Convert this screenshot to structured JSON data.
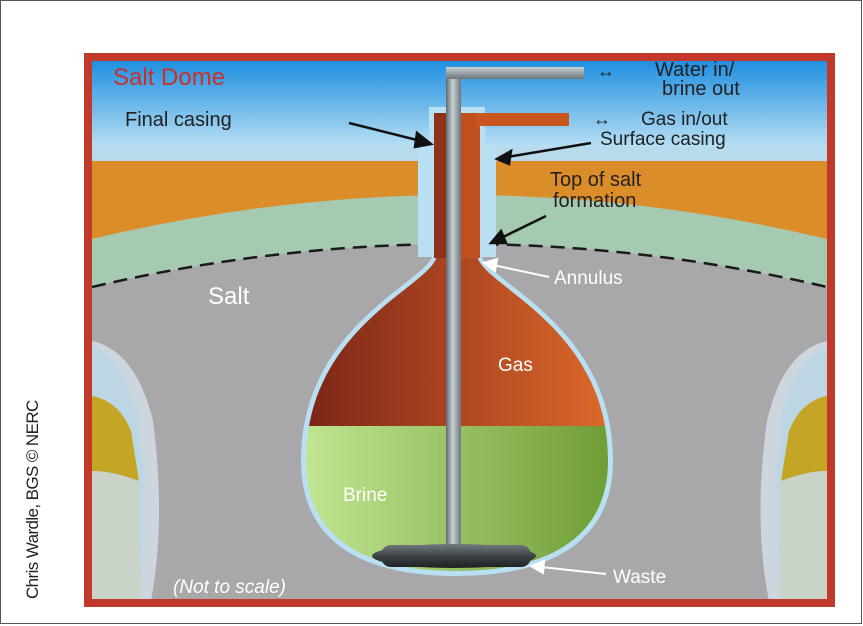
{
  "title": "Salt Dome",
  "labels": {
    "water": "Water in/",
    "water2": "brine out",
    "gas_inout": "Gas in/out",
    "final_casing": "Final casing",
    "surface_casing": "Surface casing",
    "top_salt1": "Top of salt",
    "top_salt2": "formation",
    "salt": "Salt",
    "annulus": "Annulus",
    "gas": "Gas",
    "brine": "Brine",
    "waste": "Waste",
    "not_to_scale": "(Not to scale)",
    "arrow_symbol": "↔"
  },
  "credit": "Chris Wardle, BGS © NERC",
  "colors": {
    "border": "#c0392b",
    "sky_top": "#1f8fe0",
    "sky_bottom": "#bfe3f4",
    "overburden": "#db8d2a",
    "cap_rock": "#a6c9b1",
    "salt": "#a8a8ab",
    "gas_dark": "#7a2418",
    "gas_light": "#e06a2a",
    "brine_light": "#bde38c",
    "brine_dark": "#6d9b34",
    "pipe": "#8f9aa0",
    "title_text": "#c9302c",
    "label_text": "#222222",
    "white_text": "#ffffff"
  }
}
